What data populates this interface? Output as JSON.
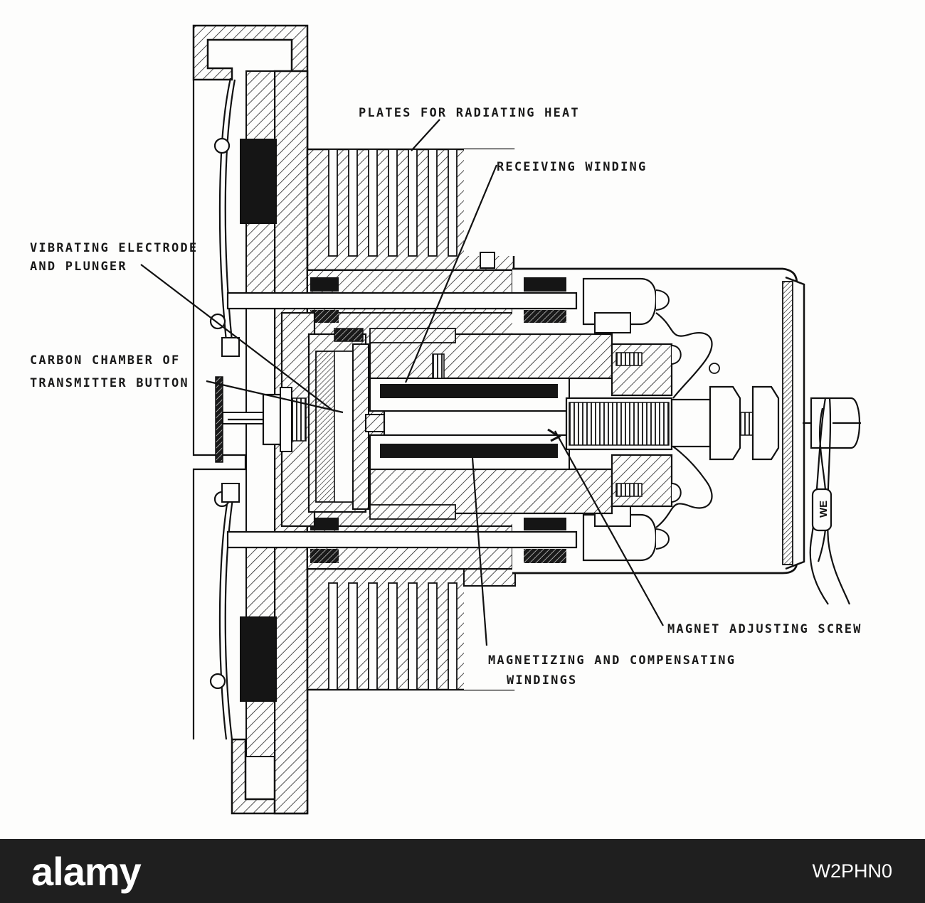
{
  "labels": {
    "plates": "PLATES FOR RADIATING HEAT",
    "receiving": "RECEIVING WINDING",
    "vibrating_line1": "VIBRATING ELECTRODE",
    "vibrating_line2": "AND PLUNGER",
    "carbon_line1": "CARBON CHAMBER OF",
    "carbon_line2": "TRANSMITTER BUTTON",
    "magnet_screw": "MAGNET ADJUSTING SCREW",
    "magnetizing_line1": "MAGNETIZING AND COMPENSATING",
    "magnetizing_line2": "WINDINGS",
    "tag": "WE"
  },
  "footer": {
    "brand": "alamy",
    "image_id": "W2PHN0"
  }
}
